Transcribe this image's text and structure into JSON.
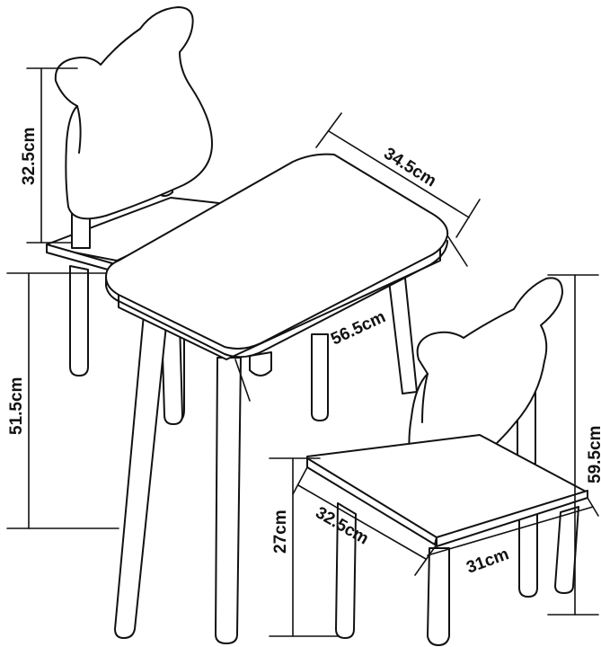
{
  "dimensions": {
    "table_depth": "34.5cm",
    "table_width": "56.5cm",
    "table_height": "51.5cm",
    "backrest_height": "32.5cm",
    "seat_height": "27cm",
    "seat_depth": "32.5cm",
    "seat_width": "31cm",
    "chair_total_height": "59.5cm"
  },
  "icons": {
    "table": "table-icon",
    "chair": "bear-ear-chair-icon"
  }
}
